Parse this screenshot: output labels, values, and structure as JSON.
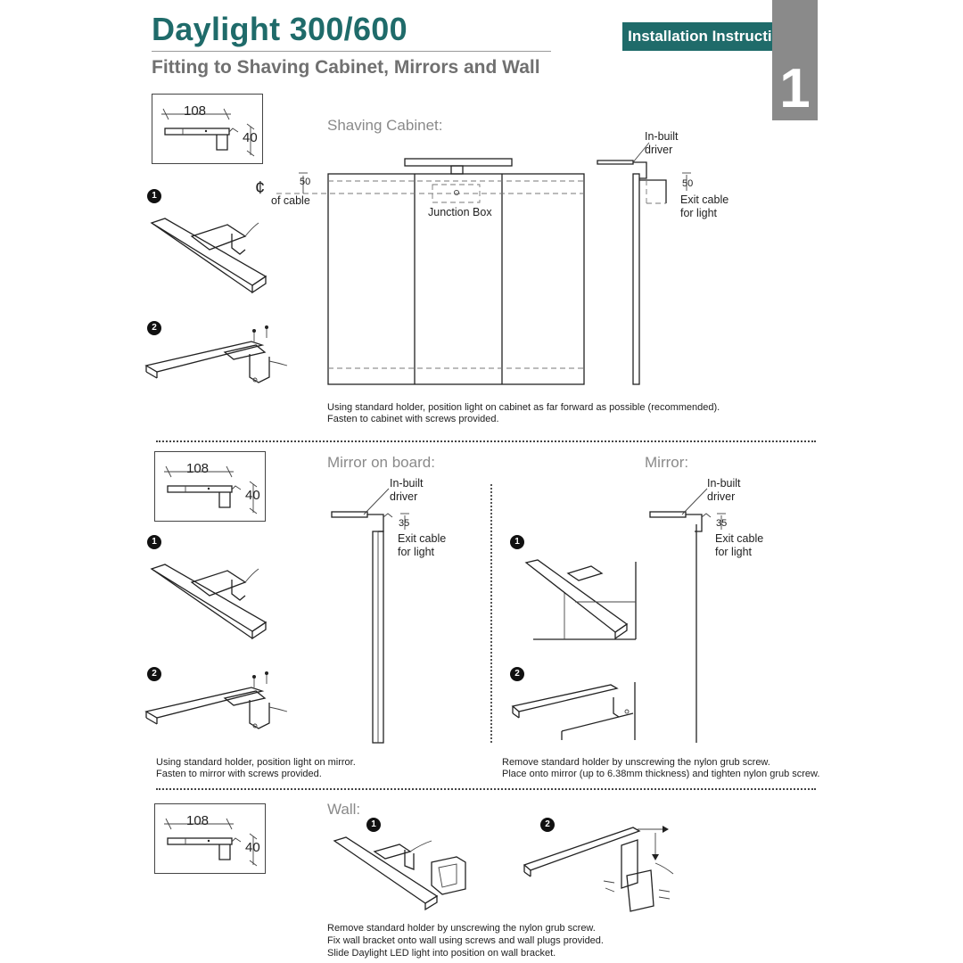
{
  "header": {
    "title": "Daylight 300/600",
    "subtitle": "Fitting to Shaving Cabinet, Mirrors and Wall",
    "badge": "Installation Instructions",
    "page_number": "1"
  },
  "dims": {
    "width": "108",
    "height": "40"
  },
  "steps": {
    "one": "1",
    "two": "2"
  },
  "shaving": {
    "heading": "Shaving Cabinet:",
    "cable_symbol": "¢",
    "cable_height": "50",
    "cable_label": "of cable",
    "junction_box": "Junction Box",
    "driver_label_1": "In-built",
    "driver_label_2": "driver",
    "exit_dim": "50",
    "exit_label_1": "Exit cable",
    "exit_label_2": "for light",
    "caption_1": "Using standard holder, position light on cabinet as far forward as possible (recommended).",
    "caption_2": "Fasten to cabinet with screws provided."
  },
  "mirror_board": {
    "heading": "Mirror on board:",
    "driver_label_1": "In-built",
    "driver_label_2": "driver",
    "exit_dim": "35",
    "exit_label_1": "Exit cable",
    "exit_label_2": "for light",
    "caption_1": "Using standard holder, position light on mirror.",
    "caption_2": "Fasten to mirror with screws provided."
  },
  "mirror": {
    "heading": "Mirror:",
    "driver_label_1": "In-built",
    "driver_label_2": "driver",
    "exit_dim": "35",
    "exit_label_1": "Exit cable",
    "exit_label_2": "for light",
    "caption_1": "Remove standard holder by unscrewing the nylon grub screw.",
    "caption_2": "Place onto mirror (up to 6.38mm thickness) and tighten nylon grub screw."
  },
  "wall": {
    "heading": "Wall:",
    "caption_1": "Remove standard holder by unscrewing the nylon grub screw.",
    "caption_2": "Fix wall bracket onto wall using screws and wall plugs provided.",
    "caption_3": "Slide Daylight LED light into position on wall bracket."
  }
}
